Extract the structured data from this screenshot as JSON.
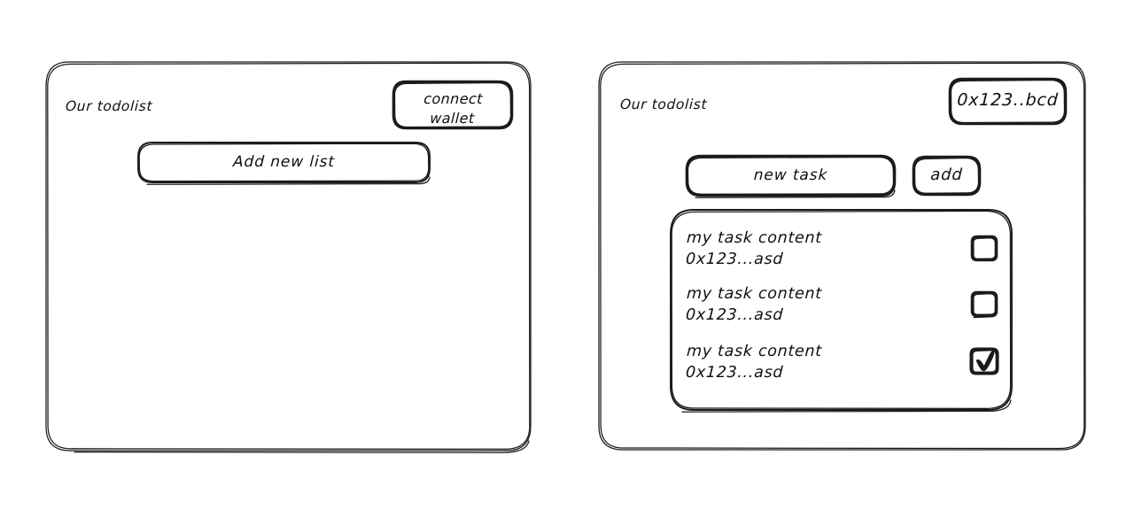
{
  "meta": {
    "style": "hand-drawn wireframe",
    "background_color": "#ffffff",
    "stroke_color": "#1b1b1f",
    "text_color": "#0f0f12"
  },
  "screens": [
    {
      "id": "screen-disconnected",
      "title": "Our todolist",
      "header_button": {
        "name": "connect-wallet-button",
        "line1": "connect",
        "line2": "wallet"
      },
      "primary_action": {
        "name": "add-new-list-button",
        "label": "Add new list"
      }
    },
    {
      "id": "screen-connected",
      "title": "Our todolist",
      "wallet_badge": {
        "name": "wallet-address-badge",
        "label": "0x123..bcd"
      },
      "new_task_input": {
        "name": "new-task-input",
        "value": "new task",
        "placeholder": "new task"
      },
      "add_button": {
        "name": "add-task-button",
        "label": "add"
      },
      "task_list": [
        {
          "content": "my task content",
          "address": "0x123...asd",
          "checked": false
        },
        {
          "content": "my task content",
          "address": "0x123...asd",
          "checked": false
        },
        {
          "content": "my task content",
          "address": "0x123...asd",
          "checked": true
        }
      ]
    }
  ]
}
